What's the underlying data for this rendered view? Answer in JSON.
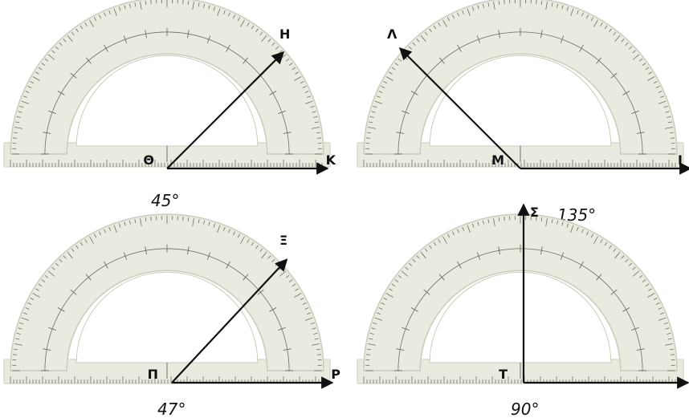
{
  "panels": [
    {
      "vertex_label": "Θ",
      "ray1_label": "Κ",
      "ray2_label": "Η",
      "ray1_angle_deg": 0,
      "ray2_angle_deg": 45,
      "angle_text": "45°"
    },
    {
      "vertex_label": "Μ",
      "ray1_label": "Ι",
      "ray2_label": "Λ",
      "ray1_angle_deg": 0,
      "ray2_angle_deg": 135,
      "angle_text": "135°"
    },
    {
      "vertex_label": "Π",
      "ray1_label": "Ρ",
      "ray2_label": "Ξ",
      "ray1_angle_deg": 0,
      "ray2_angle_deg": 47,
      "angle_text": "47°"
    },
    {
      "vertex_label": "Τ",
      "ray1_label": "",
      "ray2_label": "Σ",
      "ray1_angle_deg": 0,
      "ray2_angle_deg": 90,
      "angle_text": "90°"
    }
  ],
  "colors": {
    "protractor_body": "#e9ebe0",
    "protractor_rim": "#c9cdbb",
    "protractor_inner": "#ffffff",
    "tick": "#6b6f60",
    "ray": "#111111"
  }
}
